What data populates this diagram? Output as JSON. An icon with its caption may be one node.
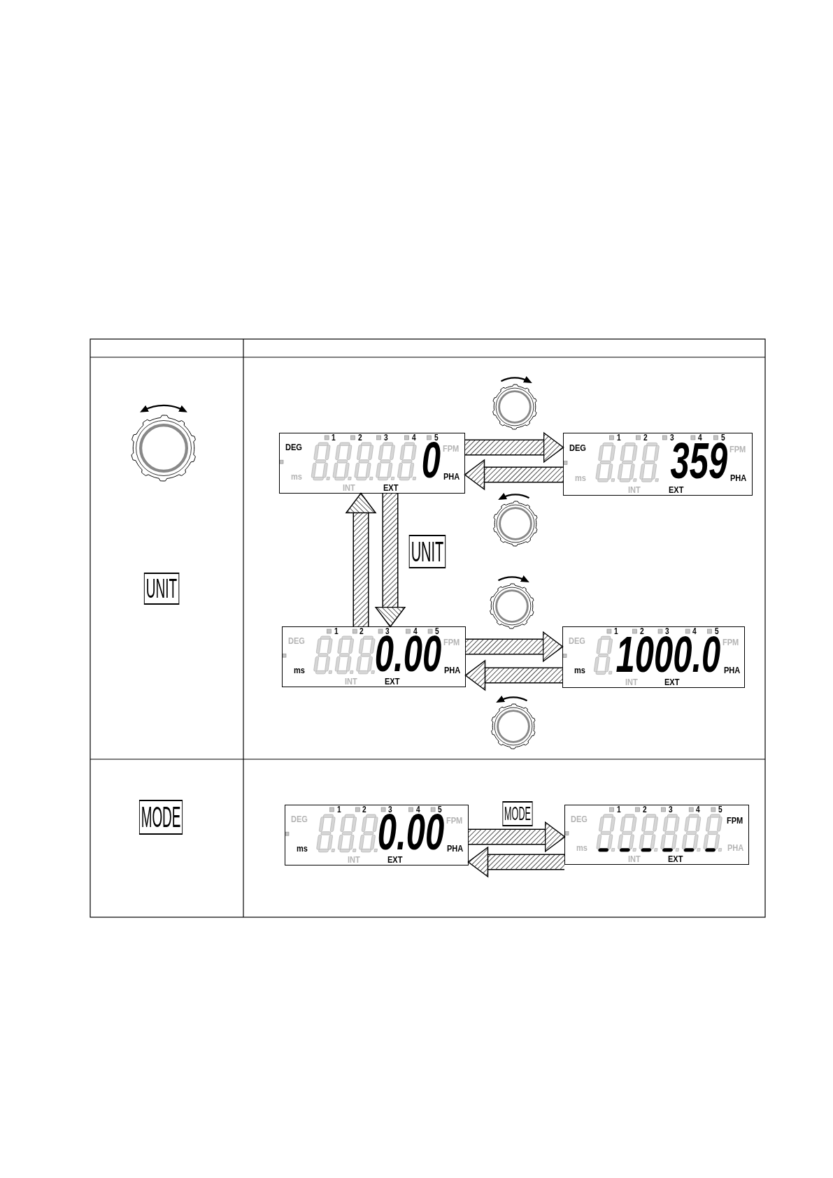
{
  "diagram": {
    "nodes": [
      {
        "text": [
          "1",
          "2",
          "3",
          "4",
          "5",
          "DEG",
          "ms",
          "FPM",
          "PHA",
          "0",
          "INT",
          "EXT"
        ]
      },
      {
        "text": [
          "1",
          "2",
          "3",
          "4",
          "5",
          "DEG",
          "ms",
          "FPM",
          "PHA",
          "359",
          "INT",
          "EXT"
        ]
      },
      {
        "text": [
          "UNIT"
        ]
      },
      {
        "text": [
          "UNIT"
        ]
      },
      {
        "text": [
          "1",
          "2",
          "3",
          "4",
          "5",
          "DEG",
          "ms",
          "FPM",
          "PHA",
          "0.00",
          "INT",
          "EXT"
        ]
      },
      {
        "text": [
          "1",
          "2",
          "3",
          "4",
          "5",
          "DEG",
          "ms",
          "FPM",
          "PHA",
          "1000.0",
          "INT",
          "EXT"
        ]
      },
      {
        "text": [
          "MODE"
        ]
      },
      {
        "text": [
          "MODE"
        ]
      },
      {
        "text": [
          "1",
          "2",
          "3",
          "4",
          "5",
          "DEG",
          "ms",
          "FPM",
          "PHA",
          "0.00",
          "INT",
          "EXT"
        ]
      },
      {
        "text": [
          "1",
          "2",
          "3",
          "4",
          "5",
          "DEG",
          "ms",
          "FPM",
          "PHA",
          "INT",
          "EXT"
        ]
      }
    ],
    "edges": [
      {
        "from": 0,
        "to": 1,
        "arrow": "to"
      },
      {
        "from": 1,
        "to": 0,
        "arrow": "to"
      },
      {
        "from": 0,
        "to": 4,
        "arrow": "to"
      },
      {
        "from": 4,
        "to": 0,
        "arrow": "to"
      },
      {
        "from": 4,
        "to": 5,
        "arrow": "to"
      },
      {
        "from": 5,
        "to": 4,
        "arrow": "to"
      },
      {
        "from": 8,
        "to": 9,
        "arrow": "to"
      },
      {
        "from": 9,
        "to": 8,
        "arrow": "to"
      }
    ]
  }
}
